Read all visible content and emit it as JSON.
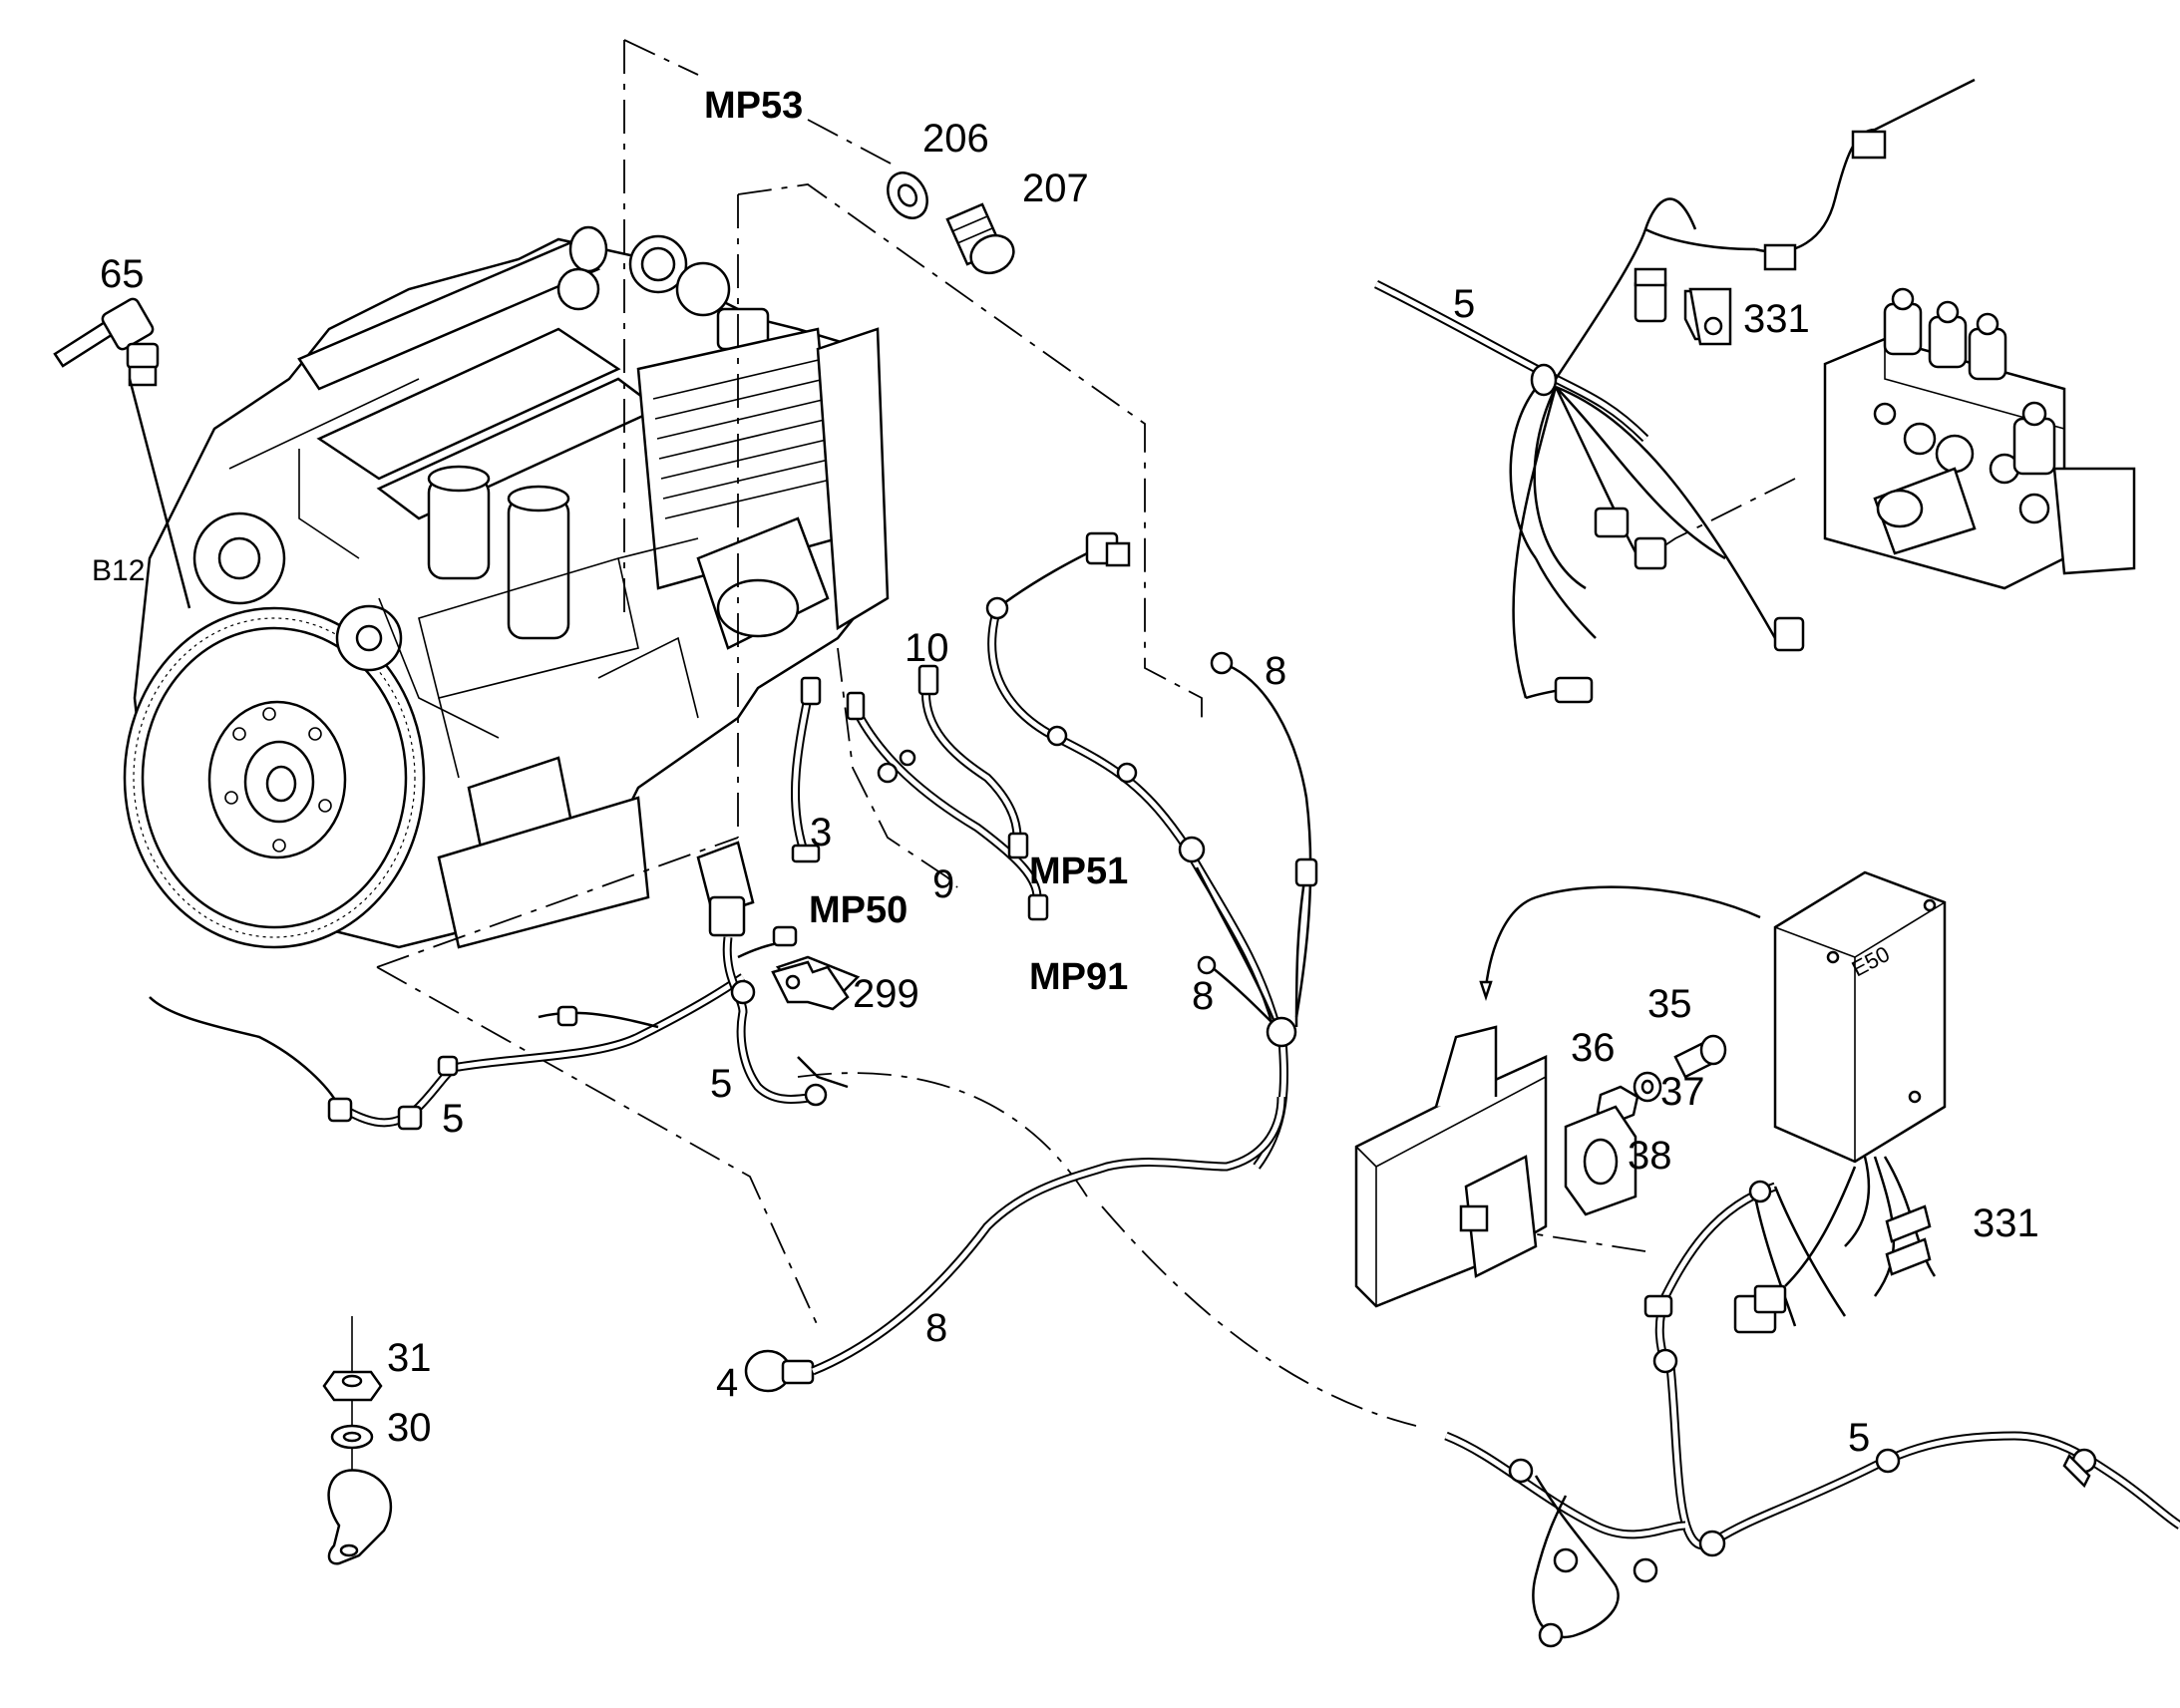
{
  "labels": {
    "mp53": "MP53",
    "n206": "206",
    "n207": "207",
    "n65": "65",
    "b12": "B12",
    "n5_top_right": "5",
    "n331_top": "331",
    "n10": "10",
    "n8_right_harness": "8",
    "n3": "3",
    "mp51": "MP51",
    "mp50": "MP50",
    "n9": "9",
    "mp91": "MP91",
    "n299": "299",
    "n8_lower_connector": "8",
    "n5_left": "5",
    "n5_center": "5",
    "n35": "35",
    "n36": "36",
    "n37": "37",
    "n38": "38",
    "e50": "E50",
    "n331_bottom": "331",
    "n31": "31",
    "n30": "30",
    "n8_bottom": "8",
    "n4": "4",
    "n5_bottom_right": "5"
  }
}
